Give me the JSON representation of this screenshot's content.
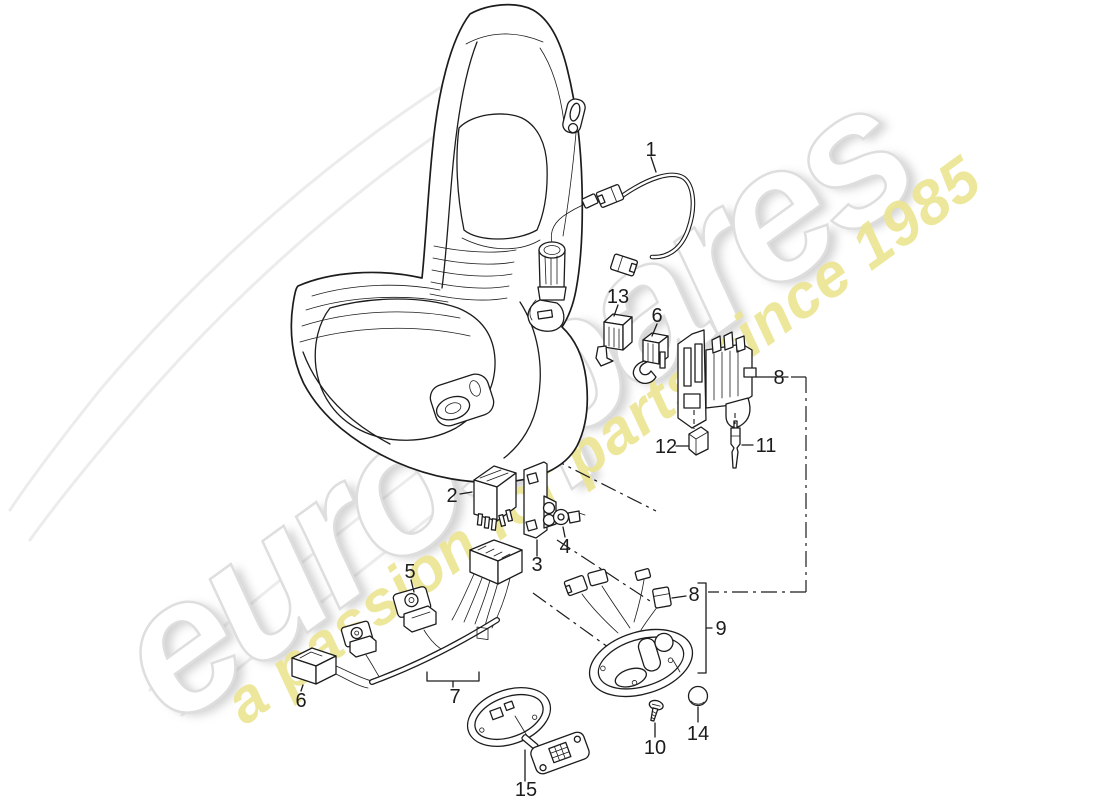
{
  "watermark": {
    "brand": "eurospares",
    "tagline": "a passion for parts since 1985"
  },
  "colors": {
    "background": "#ffffff",
    "line": "#1c1c1c",
    "brand-fill": "#ffffff",
    "brand-stroke": "#dedede",
    "tagline-color": "#ece594"
  },
  "callouts": [
    {
      "label": "1"
    },
    {
      "label": "2"
    },
    {
      "label": "3"
    },
    {
      "label": "4"
    },
    {
      "label": "5"
    },
    {
      "label": "6"
    },
    {
      "label": "6"
    },
    {
      "label": "7"
    },
    {
      "label": "8"
    },
    {
      "label": "8"
    },
    {
      "label": "9"
    },
    {
      "label": "10"
    },
    {
      "label": "11"
    },
    {
      "label": "12"
    },
    {
      "label": "13"
    },
    {
      "label": "14"
    },
    {
      "label": "15"
    }
  ]
}
